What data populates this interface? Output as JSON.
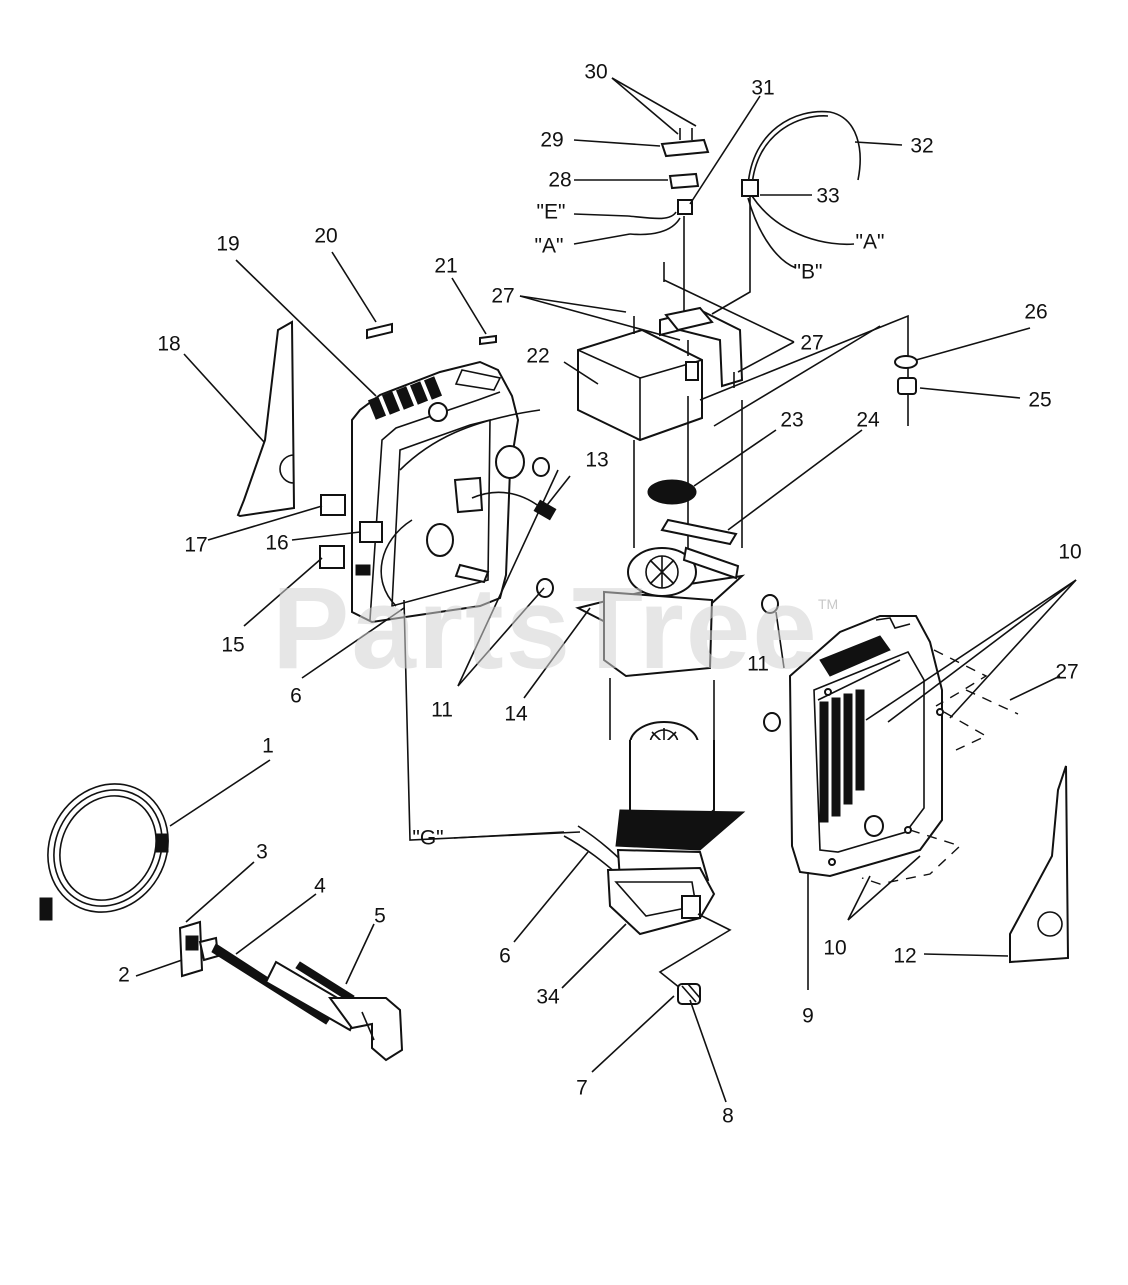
{
  "watermark": {
    "text": "PartsTree",
    "tm": "TM"
  },
  "labels": {
    "l1": "1",
    "l2": "2",
    "l3": "3",
    "l4": "4",
    "l5": "5",
    "l6a": "6",
    "l6b": "6",
    "l7": "7",
    "l8": "8",
    "l9": "9",
    "l10a": "10",
    "l10b": "10",
    "l11a": "11",
    "l11b": "11",
    "l12": "12",
    "l13": "13",
    "l14": "14",
    "l15": "15",
    "l16": "16",
    "l17": "17",
    "l18": "18",
    "l19": "19",
    "l20": "20",
    "l21": "21",
    "l22": "22",
    "l23": "23",
    "l24": "24",
    "l25": "25",
    "l26": "26",
    "l27a": "27",
    "l27b": "27",
    "l27c": "27",
    "l28": "28",
    "l29": "29",
    "l30": "30",
    "l31": "31",
    "l32": "32",
    "l33": "33",
    "l34": "34",
    "qE": "\"E\"",
    "qA1": "\"A\"",
    "qA2": "\"A\"",
    "qB": "\"B\"",
    "qG": "\"G\""
  }
}
